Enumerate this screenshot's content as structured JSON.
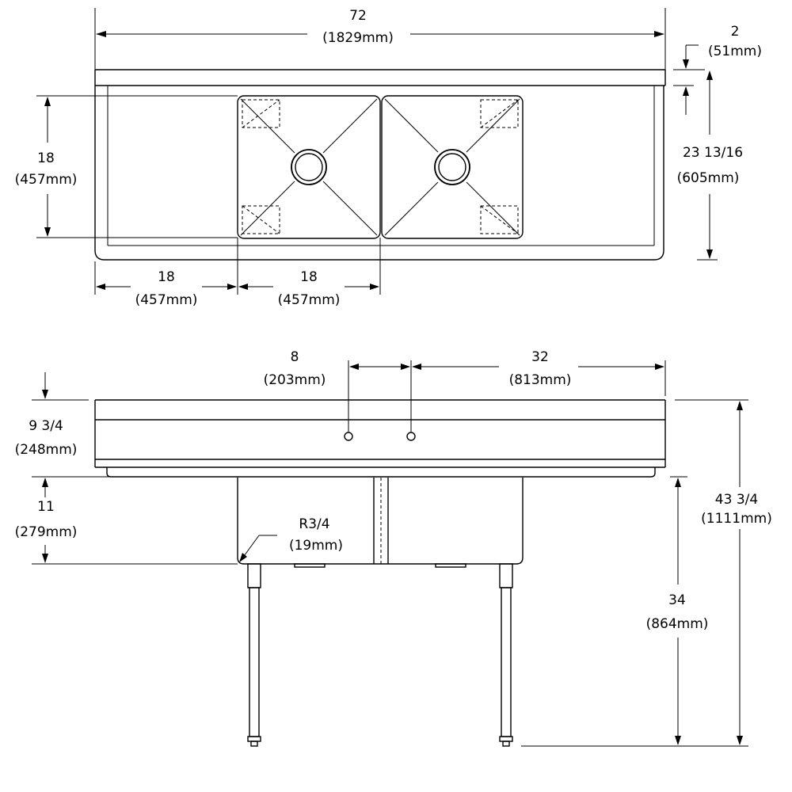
{
  "top_view": {
    "overall_length": {
      "inches": "72",
      "mm": "(1829mm)"
    },
    "backsplash_height": {
      "inches": "2",
      "mm": "(51mm)"
    },
    "depth": {
      "inches": "23 13/16",
      "mm": "(605mm)"
    },
    "bowl_depth": {
      "inches": "18",
      "mm": "(457mm)"
    },
    "drainboard_length": {
      "inches": "18",
      "mm": "(457mm)"
    },
    "bowl_width": {
      "inches": "18",
      "mm": "(457mm)"
    }
  },
  "front_view": {
    "faucet_spacing": {
      "inches": "8",
      "mm": "(203mm)"
    },
    "faucet_offset": {
      "inches": "32",
      "mm": "(813mm)"
    },
    "backsplash_total": {
      "inches": "9 3/4",
      "mm": "(248mm)"
    },
    "bowl_height": {
      "inches": "11",
      "mm": "(279mm)"
    },
    "corner_radius": {
      "inches": "R3/4",
      "mm": "(19mm)"
    },
    "overall_height": {
      "inches": "43 3/4",
      "mm": "(1111mm)"
    },
    "rim_height": {
      "inches": "34",
      "mm": "(864mm)"
    }
  }
}
